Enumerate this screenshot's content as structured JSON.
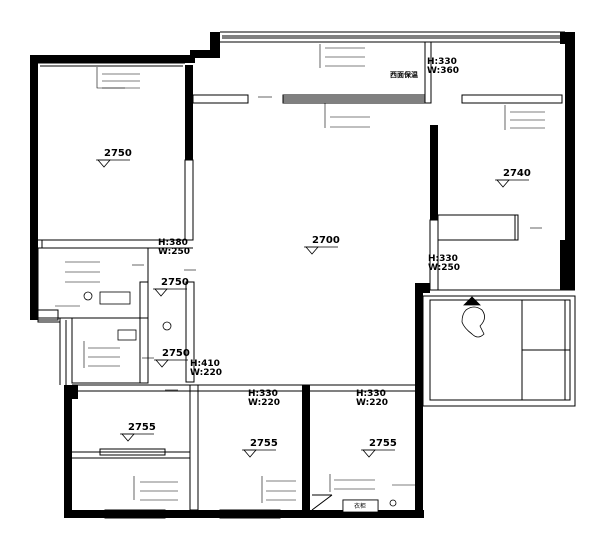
{
  "plan": {
    "room_ceiling_heights": [
      {
        "id": "top-left-bedroom",
        "label": "2750"
      },
      {
        "id": "living-room",
        "label": "2700"
      },
      {
        "id": "right-bedroom",
        "label": "2740"
      },
      {
        "id": "left-corridor",
        "label": "2750"
      },
      {
        "id": "bathroom",
        "label": "2750"
      },
      {
        "id": "bottom-left-room",
        "label": "2755"
      },
      {
        "id": "bottom-middle-room",
        "label": "2755"
      },
      {
        "id": "bottom-right-room",
        "label": "2755"
      }
    ],
    "opening_heights": [
      {
        "id": "top-opening",
        "h": "H:330",
        "w": "W:360"
      },
      {
        "id": "left-bedroom-door",
        "h": "H:380",
        "w": "W:250"
      },
      {
        "id": "right-bedroom-door",
        "h": "H:330",
        "w": "W:250"
      },
      {
        "id": "bath-door",
        "h": "H:410",
        "w": "W:220"
      },
      {
        "id": "bottom-mid-door",
        "h": "H:330",
        "w": "W:220"
      },
      {
        "id": "bottom-right-door",
        "h": "H:330",
        "w": "W:220"
      }
    ],
    "wall_label": "西面保温",
    "cabinet_label": "衣柜"
  }
}
